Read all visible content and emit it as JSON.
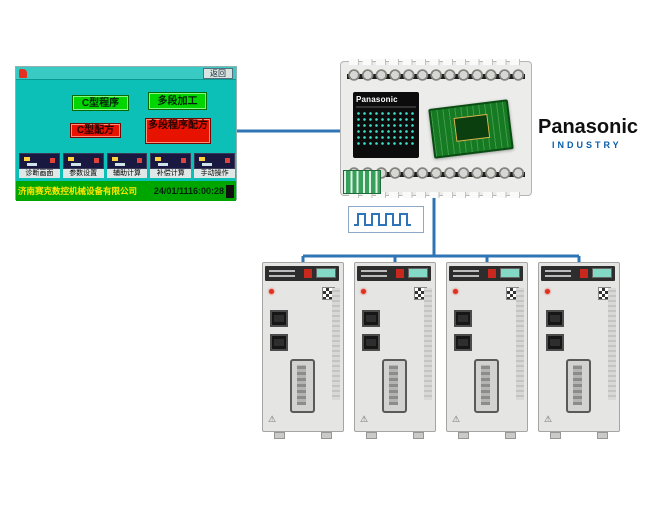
{
  "colors": {
    "wire_blue": "#2f74b5",
    "hmi_teal": "#0cc0b8",
    "hmi_green_button": "#00d500",
    "hmi_red_button": "#e81200",
    "hmi_footer_green": "#00a600",
    "industry_blue": "#0b5ea8"
  },
  "hmi": {
    "back_button": "返回",
    "buttons": [
      {
        "label": "C型程序",
        "color": "green"
      },
      {
        "label": "多段加工",
        "color": "green"
      },
      {
        "label": "C型配方",
        "color": "red"
      },
      {
        "label": "多段程序配方",
        "color": "red"
      }
    ],
    "toolbar_buttons": [
      "诊断画面",
      "参数设置",
      "辅助计算",
      "补偿计算",
      "手动操作"
    ],
    "footer": {
      "company": "济南赛克数控机械设备有限公司",
      "datetime": "24/01/1116:00:28"
    }
  },
  "plc": {
    "brand": "Panasonic"
  },
  "brand_logo": {
    "name": "Panasonic",
    "division": "INDUSTRY"
  },
  "pulse_signal": "square-wave",
  "servos": {
    "count": 4
  },
  "icons": {
    "warning": "⚠"
  }
}
